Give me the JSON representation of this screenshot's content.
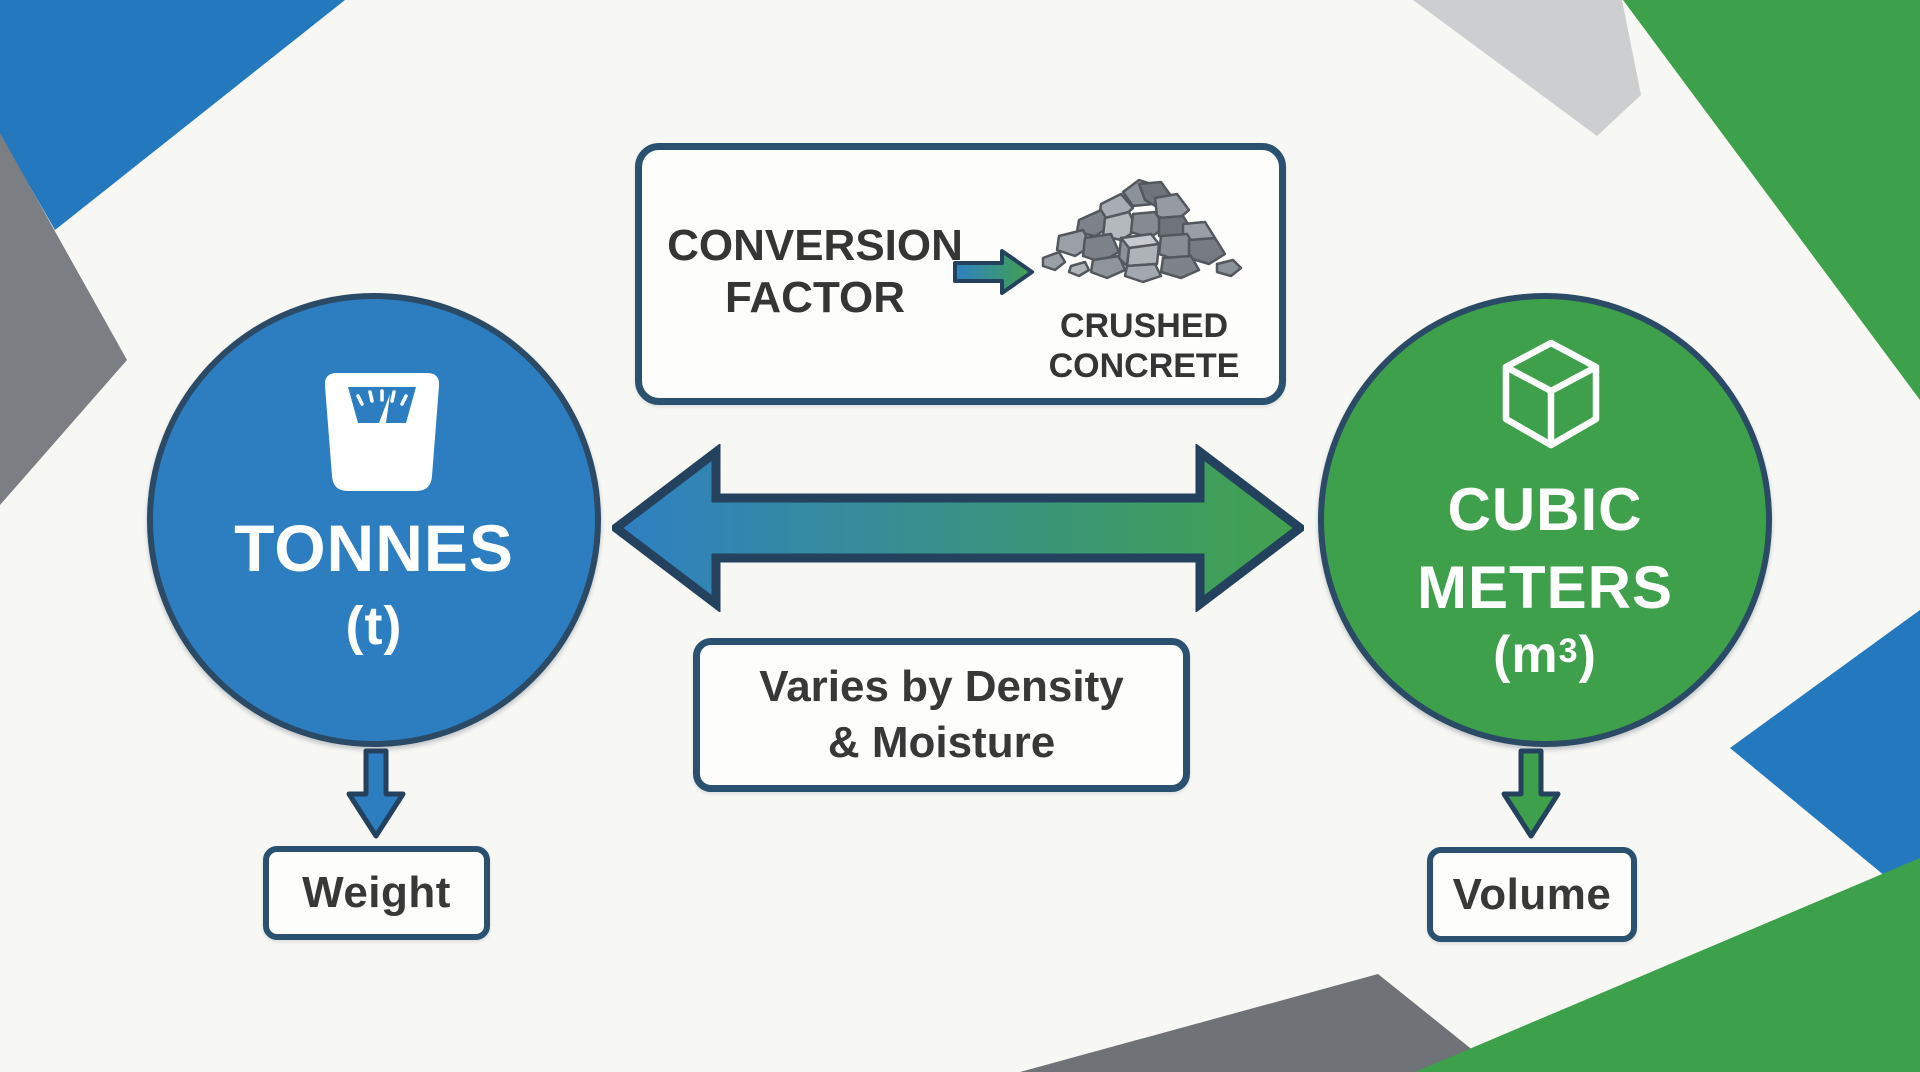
{
  "conversion_box": {
    "title_line1": "CONVERSION",
    "title_line2": "FACTOR",
    "material_line1": "CRUSHED",
    "material_line2": "CONCRETE",
    "arrow_icon": "gradient-right-arrow-icon",
    "material_icon": "crushed-concrete-pile-icon"
  },
  "tonnes_node": {
    "line1": "TONNES",
    "line2": "(t)",
    "icon": "weighing-scale-icon",
    "color": "#2d7dc1"
  },
  "cubic_meters_node": {
    "line1": "CUBIC",
    "line2": "METERS",
    "line3_open": "(m",
    "line3_sup": "3",
    "line3_close": ")",
    "icon": "cube-icon",
    "color": "#3fa04c"
  },
  "conversion_arrow": {
    "icon": "double-headed-arrow-icon",
    "gradient_left": "#2f80c3",
    "gradient_right": "#42a24c"
  },
  "note_box": {
    "line1": "Varies by Density",
    "line2": "& Moisture"
  },
  "weight_box": {
    "label": "Weight",
    "arrow_icon": "down-arrow-blue-icon"
  },
  "volume_box": {
    "label": "Volume",
    "arrow_icon": "down-arrow-green-icon"
  },
  "palette": {
    "navy_outline": "#26425f",
    "blue": "#2478be",
    "green": "#3da04b",
    "dark_gray": "#6f7377",
    "light_gray": "#cdced0",
    "text_dark": "#343434",
    "background": "#f7f7f4"
  }
}
